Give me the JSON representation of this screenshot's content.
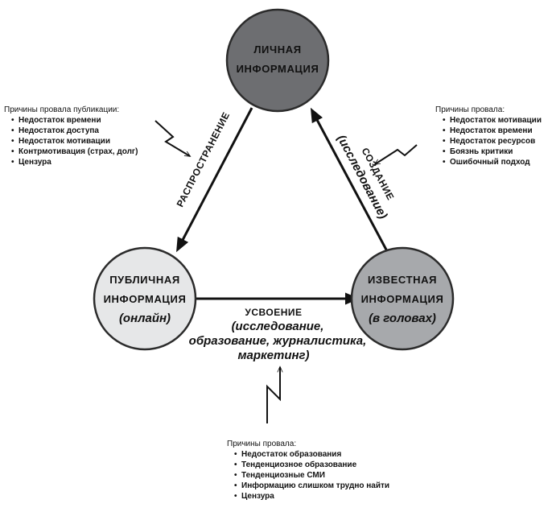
{
  "nodes": {
    "personal": {
      "line1": "ЛИЧНАЯ",
      "line2": "ИНФОРМАЦИЯ",
      "color": "#6d6e71"
    },
    "public": {
      "line1": "ПУБЛИЧНАЯ",
      "line2": "ИНФОРМАЦИЯ",
      "sub": "(онлайн)",
      "color": "#e6e7e8"
    },
    "known": {
      "line1": "ИЗВЕСТНАЯ",
      "line2": "ИНФОРМАЦИЯ",
      "sub": "(в головах)",
      "color": "#a7a9ac"
    }
  },
  "edges": {
    "dissemination": {
      "label": "РАСПРОСТРАНЕНИЕ"
    },
    "creation": {
      "label": "СОЗДАНИЕ",
      "sub": "(исследование)"
    },
    "absorption": {
      "label": "УСВОЕНИЕ",
      "sub_line1": "(исследование,",
      "sub_line2": "образование, журналистика,",
      "sub_line3": "маркетинг)"
    }
  },
  "reasons": {
    "publication": {
      "title": "Причины провала публикации:",
      "items": [
        "Недостаток времени",
        "Недостаток доступа",
        "Недостаток мотивации",
        "Контрмотивация (страх, долг)",
        "Цензура"
      ]
    },
    "creation": {
      "title": "Причины провала:",
      "items": [
        "Недостаток мотивации",
        "Недостаток времени",
        "Недостаток ресурсов",
        "Боязнь критики",
        "Ошибочный подход"
      ]
    },
    "absorption": {
      "title": "Причины провала:",
      "items": [
        "Недостаток образования",
        "Тенденциозное образование",
        "Тенденциозные СМИ",
        "Информацию слишком трудно найти",
        "Цензура"
      ]
    }
  }
}
